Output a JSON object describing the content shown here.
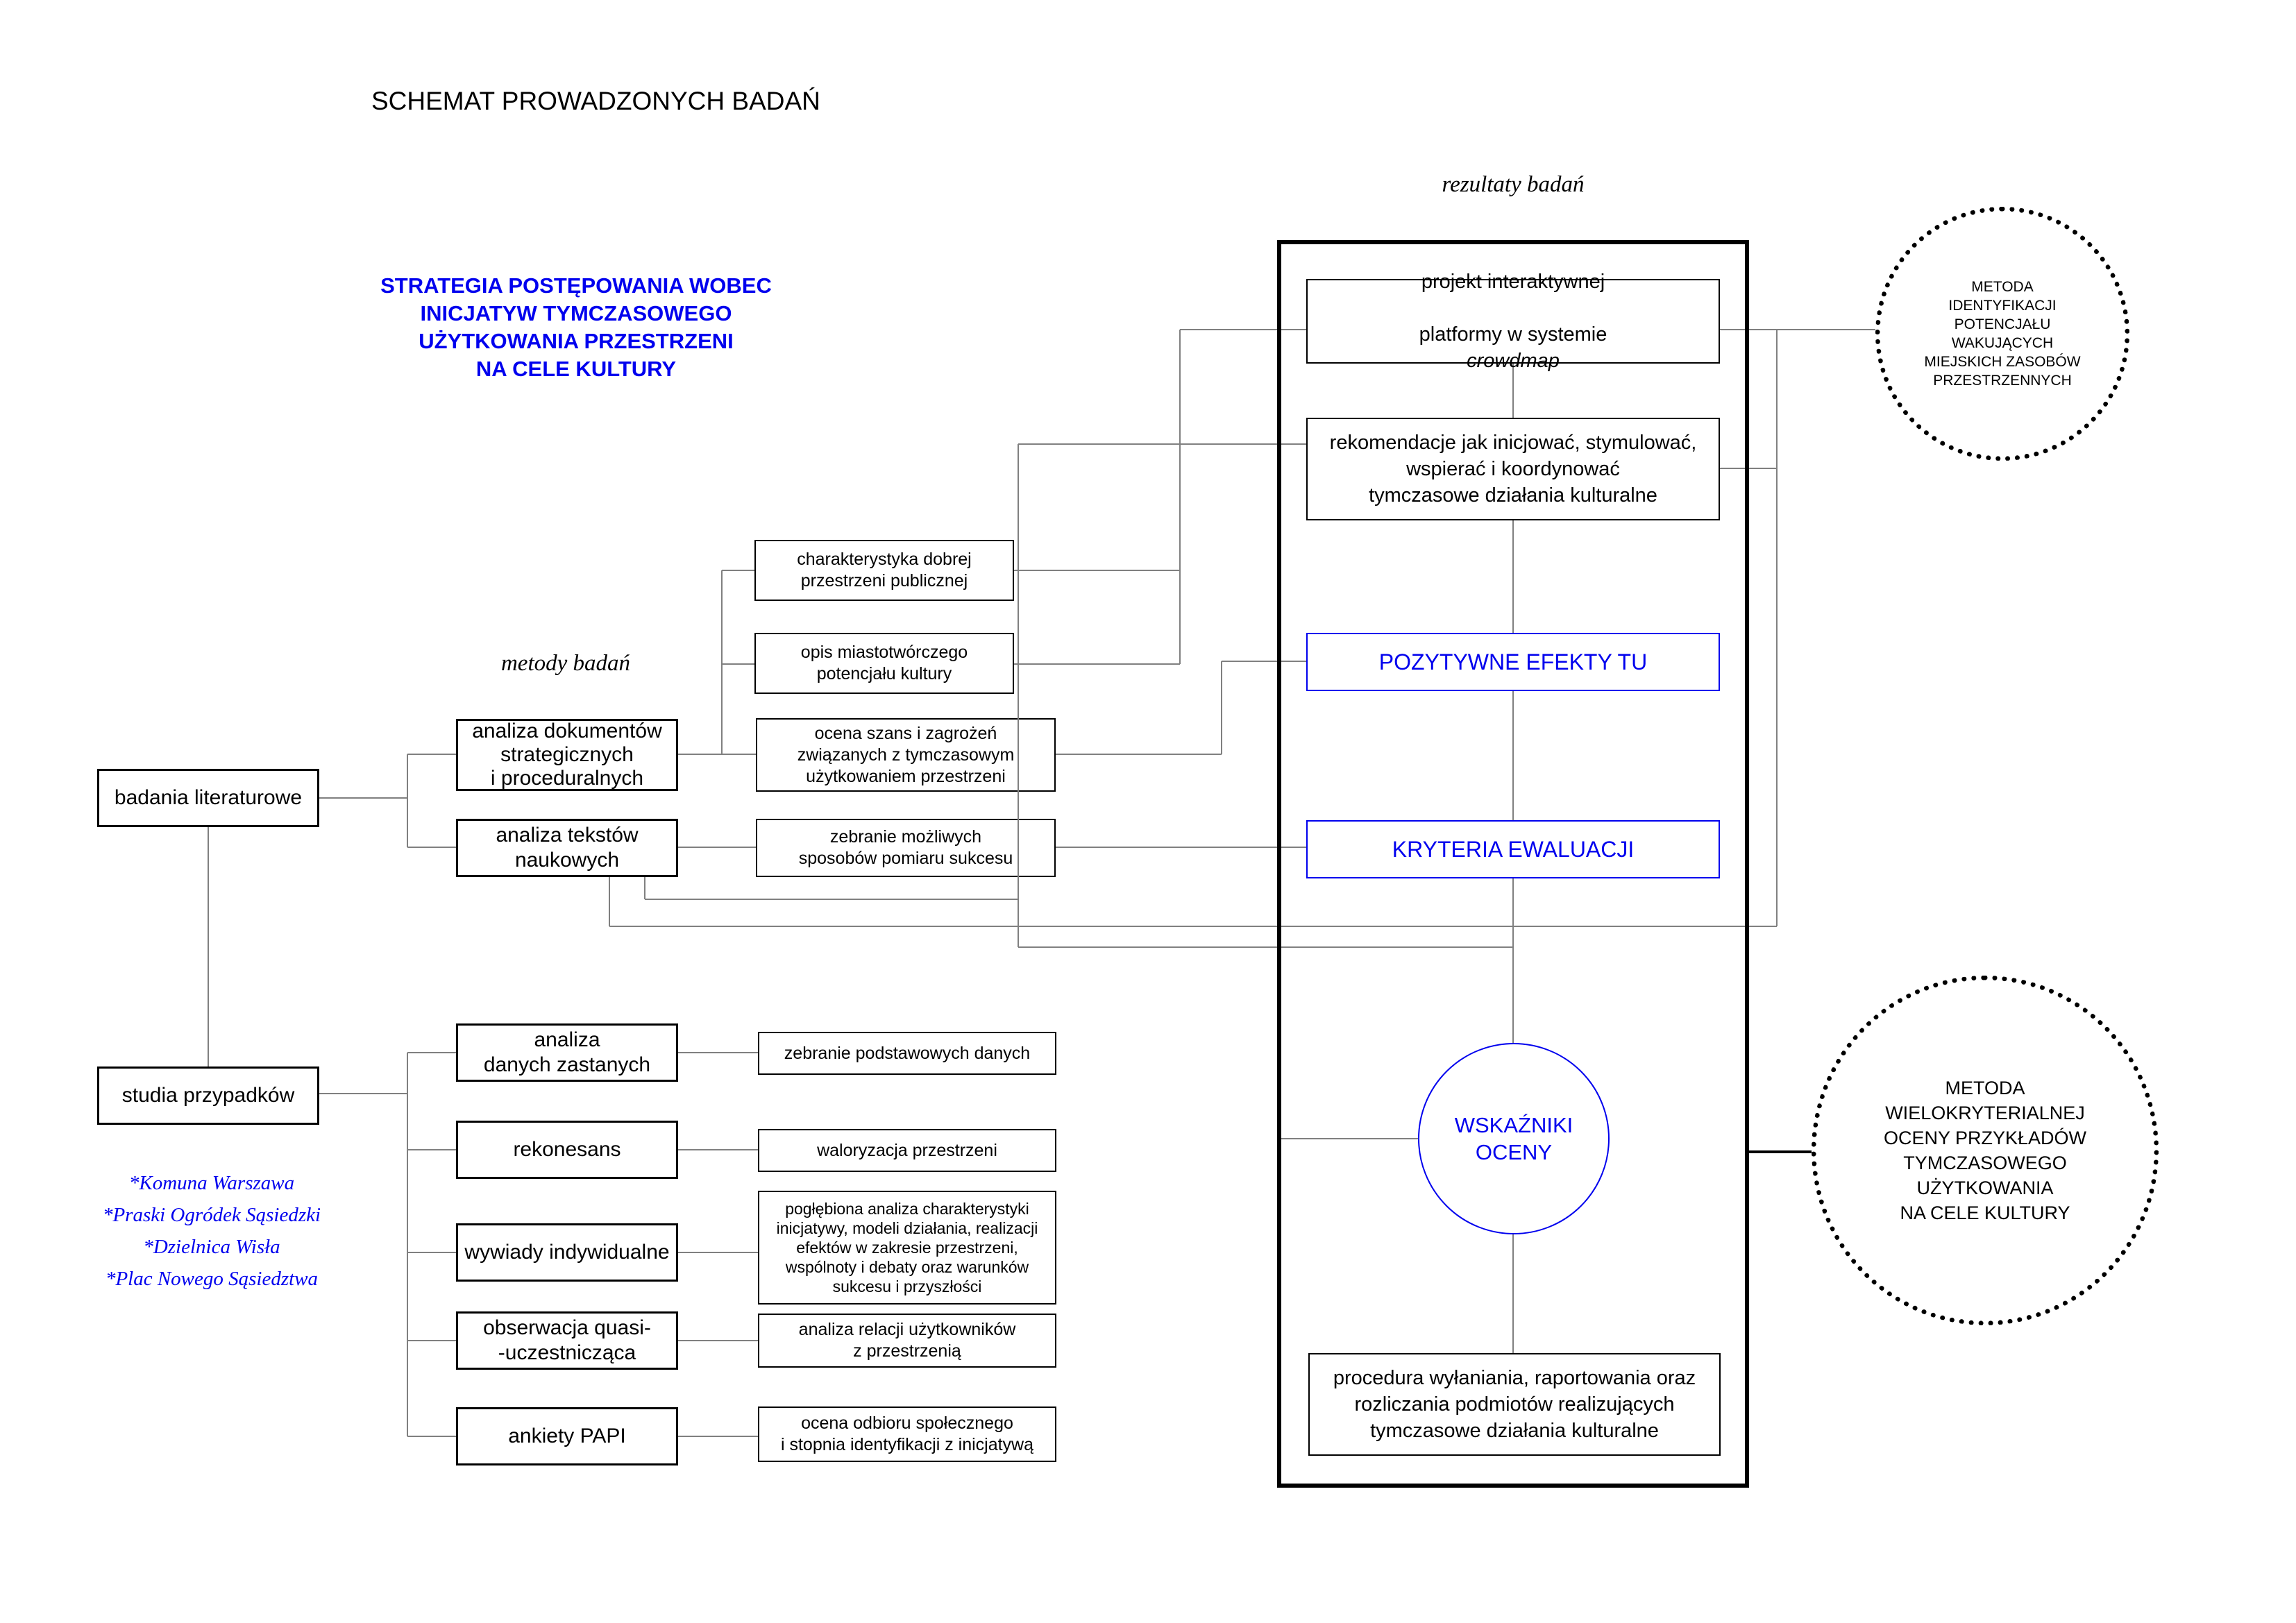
{
  "title": "SCHEMAT PROWADZONYCH BADAŃ",
  "strategy_heading": "STRATEGIA POSTĘPOWANIA WOBEC\nINICJATYW TYMCZASOWEGO\nUŻYTKOWANIA PRZESTRZENI\nNA CELE KULTURY",
  "labels": {
    "results": "rezultaty badań",
    "methods": "metody badań"
  },
  "left": {
    "literature": "badania literaturowe",
    "case_studies": "studia przypadków",
    "cases": "*Komuna Warszawa\n*Praski Ogródek Sąsiedzki\n*Dzielnica Wisła\n*Plac Nowego Sąsiedztwa"
  },
  "methods": [
    {
      "label": "analiza dokumentów\nstrategicznych\ni proceduralnych"
    },
    {
      "label": "analiza tekstów\nnaukowych"
    },
    {
      "label": "analiza\ndanych zastanych"
    },
    {
      "label": "rekonesans"
    },
    {
      "label": "wywiady indywidualne"
    },
    {
      "label": "obserwacja quasi-\n-uczestnicząca"
    },
    {
      "label": "ankiety PAPI"
    }
  ],
  "outputs": [
    {
      "label": "charakterystyka dobrej\nprzestrzeni publicznej"
    },
    {
      "label": "opis miastotwórczego\npotencjału kultury"
    },
    {
      "label": "ocena szans i zagrożeń\nzwiązanych z tymczasowym\nużytkowaniem przestrzeni"
    },
    {
      "label": "zebranie możliwych\nsposobów pomiaru sukcesu"
    },
    {
      "label": "zebranie podstawowych danych"
    },
    {
      "label": "waloryzacja przestrzeni"
    },
    {
      "label": "pogłębiona analiza charakterystyki\ninicjatywy, modeli działania, realizacji\nefektów w zakresie przestrzeni,\nwspólnoty i debaty oraz warunków\nsukcesu i przyszłości"
    },
    {
      "label": "analiza relacji użytkowników\nz przestrzenią"
    },
    {
      "label": "ocena odbioru społecznego\ni stopnia identyfikacji z inicjatywą"
    }
  ],
  "results_panel": {
    "projekt": {
      "line1": "projekt interaktywnej",
      "line2": "platformy w systemie ",
      "italic_word": "crowdmap"
    },
    "rekomendacje": "rekomendacje jak inicjować, stymulować,\nwspierać i koordynować\ntymczasowe działania kulturalne",
    "pozytywne": "POZYTYWNE EFEKTY TU",
    "kryteria": "KRYTERIA EWALUACJI",
    "wskazniki": "WSKAŹNIKI\nOCENY",
    "procedura": "procedura wyłaniania, raportowania oraz\nrozliczania podmiotów realizujących\ntymczasowe działania kulturalne"
  },
  "circles": {
    "top_right": "METODA\nIDENTYFIKACJI\nPOTENCJAŁU\nWAKUJĄCYCH\nMIEJSKICH ZASOBÓW\nPRZESTRZENNYCH",
    "bottom_right": "METODA\nWIELOKRYTERIALNEJ\nOCENY PRZYKŁADÓW\nTYMCZASOWEGO\nUŻYTKOWANIA\nNA CELE KULTURY"
  },
  "colors": {
    "accent_blue": "#0000EE",
    "connector_gray": "#808080"
  }
}
